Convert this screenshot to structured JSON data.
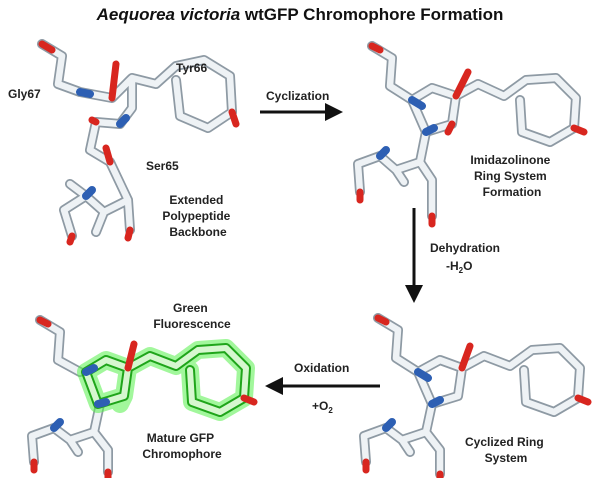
{
  "title": {
    "italic": "Aequorea victoria",
    "rest": " wtGFP Chromophore Formation"
  },
  "labels": {
    "tyr66": "Tyr66",
    "gly67": "Gly67",
    "ser65": "Ser65",
    "extended": [
      "Extended",
      "Polypeptide",
      "Backbone"
    ],
    "imidazolinone": [
      "Imidazolinone",
      "Ring System",
      "Formation"
    ],
    "green_fluorescence": [
      "Green",
      "Fluorescence"
    ],
    "mature": [
      "Mature GFP",
      "Chromophore"
    ],
    "cyclized": [
      "Cyclized Ring",
      "System"
    ]
  },
  "steps": {
    "cyclization": "Cyclization",
    "dehydration": "Dehydration",
    "minus_h2o": {
      "prefix": "-H",
      "sub": "2",
      "suffix": "O"
    },
    "oxidation": "Oxidation",
    "plus_o2": {
      "prefix": "+O",
      "sub": "2"
    }
  },
  "colors": {
    "carbon": "#eef2f5",
    "oxygen": "#d8261f",
    "nitrogen": "#2d5fb3",
    "fluorescence": "#1fa51a",
    "arrow": "#111111"
  }
}
